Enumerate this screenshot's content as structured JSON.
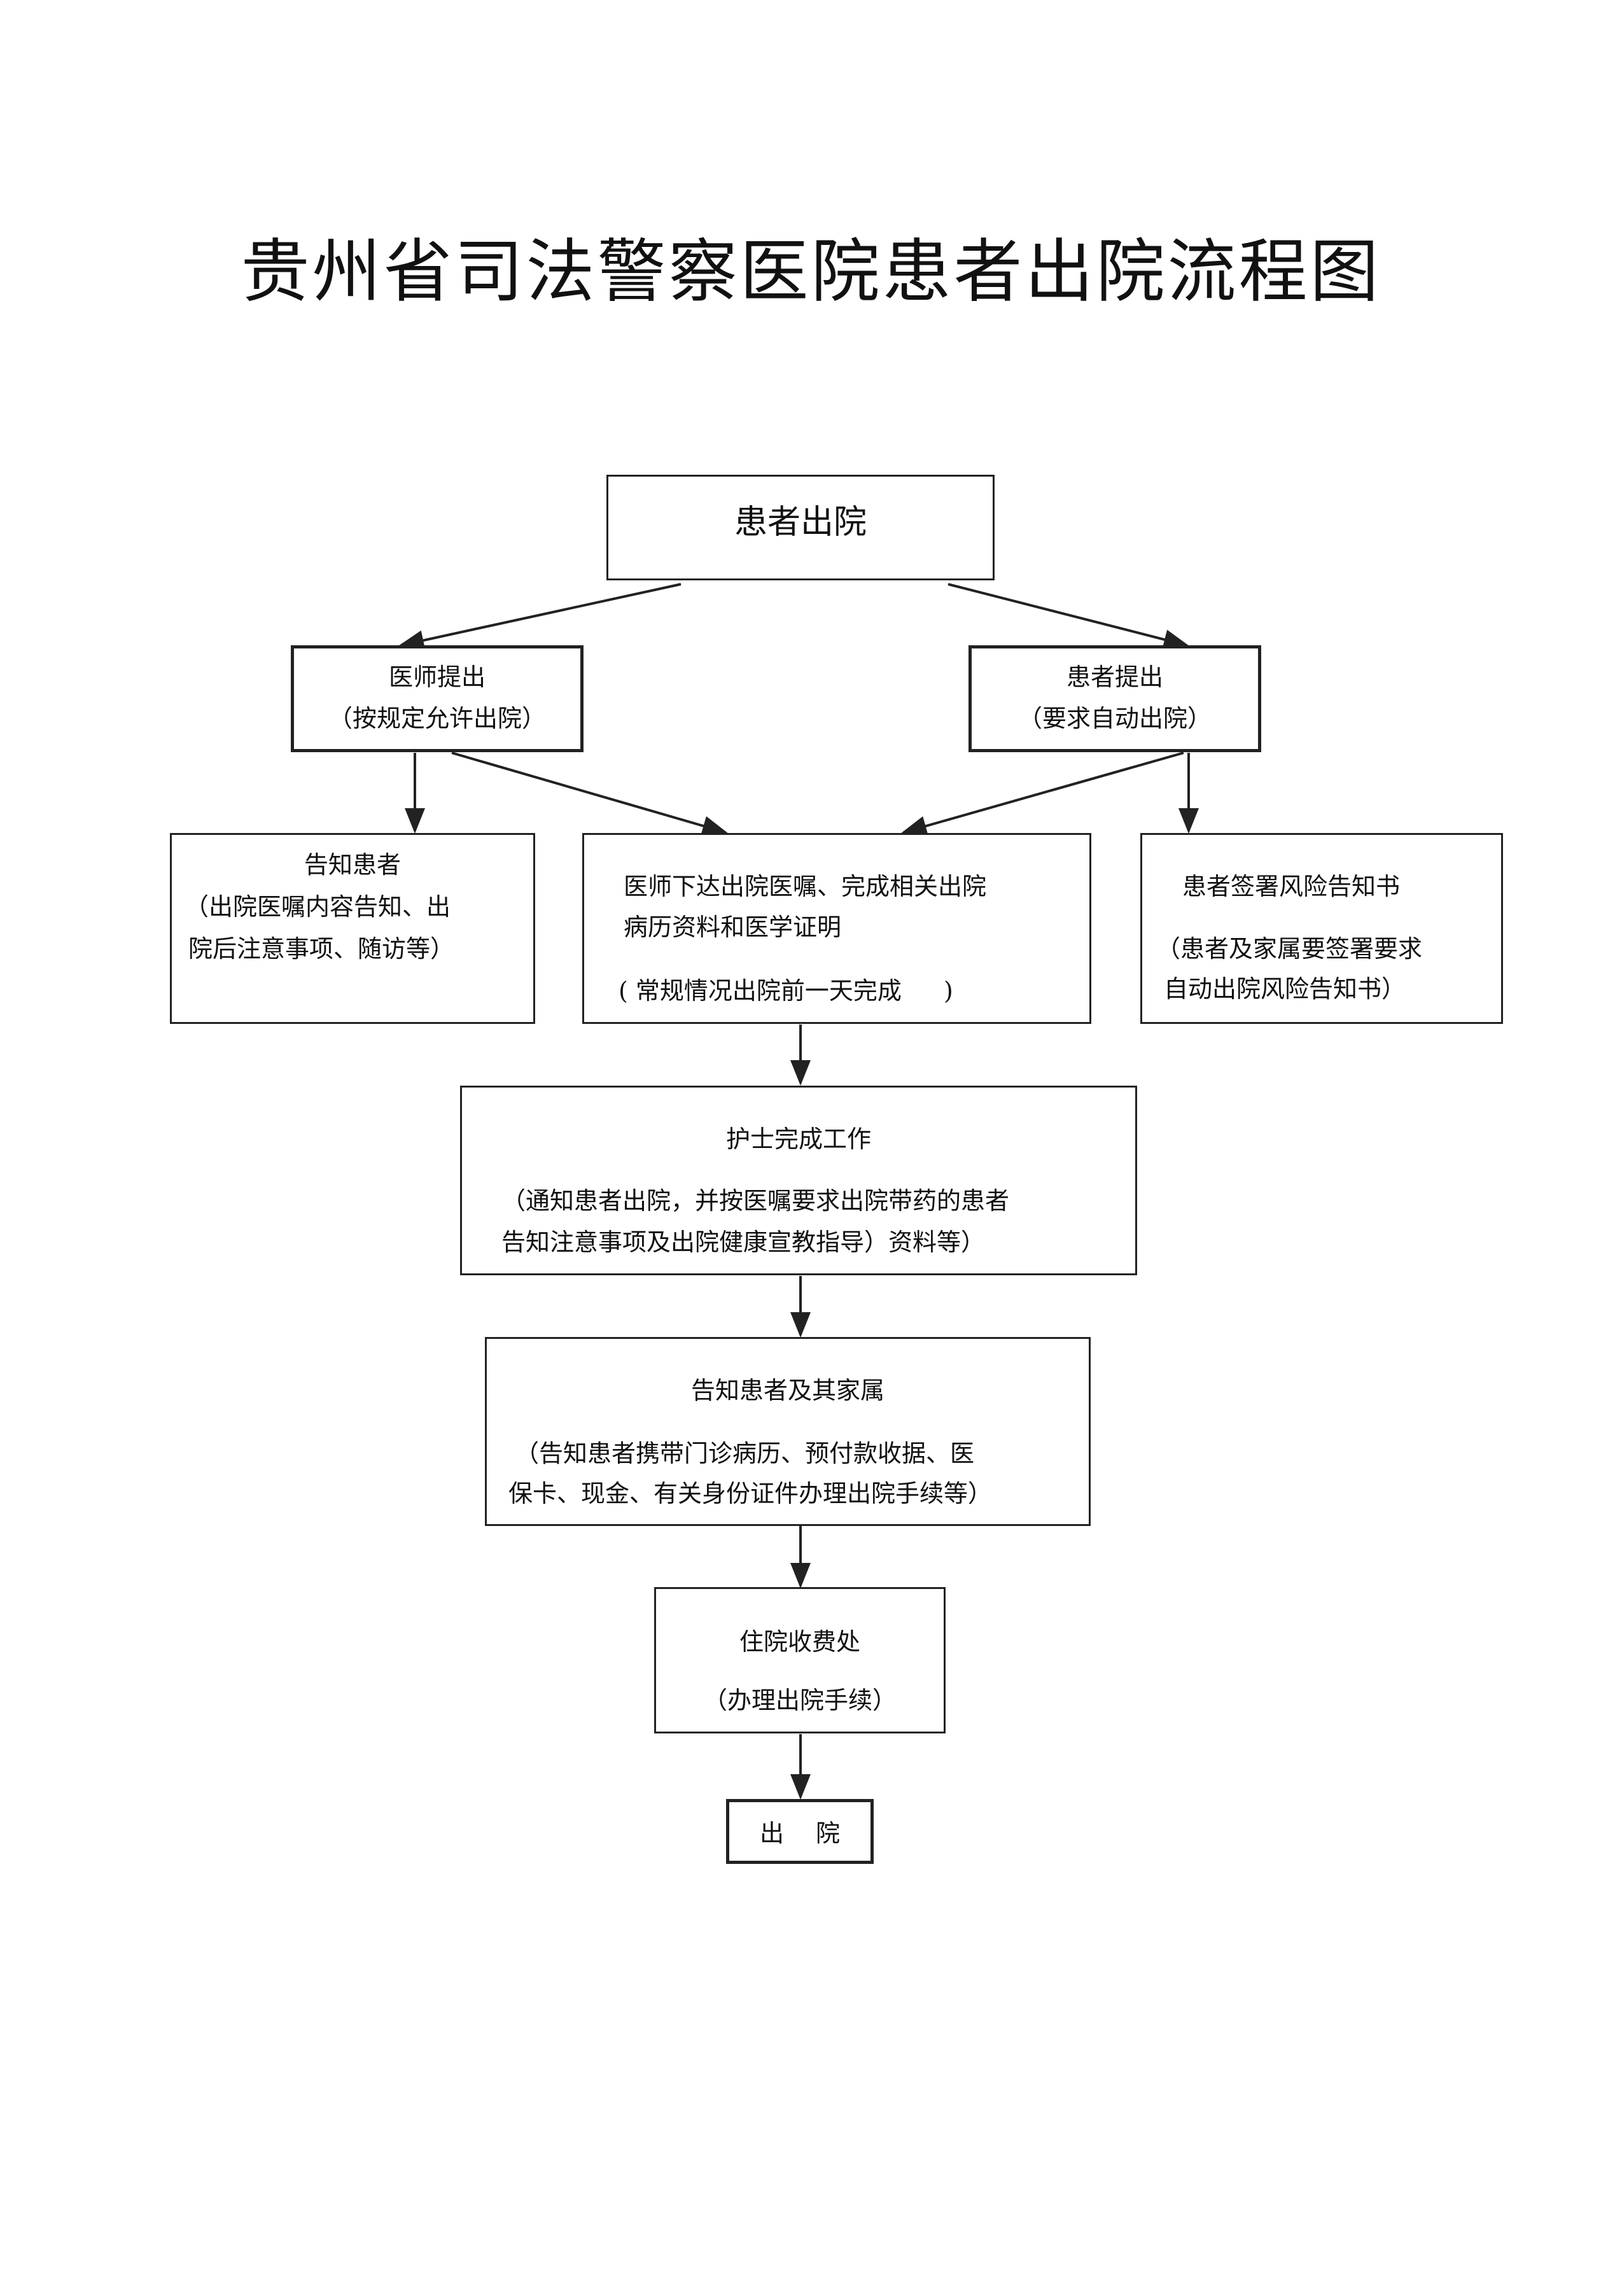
{
  "title": "贵州省司法警察医院患者出院流程图",
  "nodes": {
    "start": "患者出院",
    "doctor": {
      "line1": "医师提出",
      "line2": "（按规定允许出院）"
    },
    "patient": {
      "line1": "患者提出",
      "line2": "（要求自动出院）"
    },
    "inform": {
      "line1": "告知患者",
      "line2": "（出院医嘱内容告知、出",
      "line3": "院后注意事项、随访等）"
    },
    "orders": {
      "line1": "医师下达出院医嘱、完成相关出院",
      "line2": "病历资料和医学证明",
      "line3": "( 常规情况出院前一天完成",
      "line3b": ")"
    },
    "risk": {
      "line1": "患者签署风险告知书",
      "line2": "（患者及家属要签署要求",
      "line3": "自动出院风险告知书）"
    },
    "nurse": {
      "line1": "护士完成工作",
      "line2": "（通知患者出院，并按医嘱要求出院带药的患者",
      "line3": "告知注意事项及出院健康宣教指导）资料等）"
    },
    "family": {
      "line1": "告知患者及其家属",
      "line2": "（告知患者携带门诊病历、预付款收据、医",
      "line3": "保卡、现金、有关身份证件办理出院手续等）"
    },
    "billing": {
      "line1": "住院收费处",
      "line2": "（办理出院手续）"
    },
    "end": "出　 院"
  }
}
